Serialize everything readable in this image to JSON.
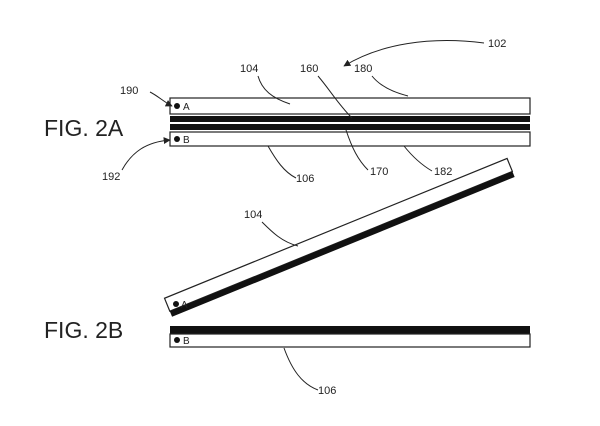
{
  "figures": {
    "fig2a": {
      "label": "FIG. 2A",
      "device_ref": "102",
      "top_panel_ref": "104",
      "bottom_panel_ref": "106",
      "top_display_ref": "160",
      "bottom_display_ref": "170",
      "top_surface_ref": "180",
      "bottom_surface_ref": "182",
      "point_a_ref": "190",
      "point_b_ref": "192",
      "point_a_label": "A",
      "point_b_label": "B"
    },
    "fig2b": {
      "label": "FIG. 2B",
      "top_panel_ref": "104",
      "bottom_panel_ref": "106",
      "point_a_label": "A",
      "point_b_label": "B"
    }
  }
}
